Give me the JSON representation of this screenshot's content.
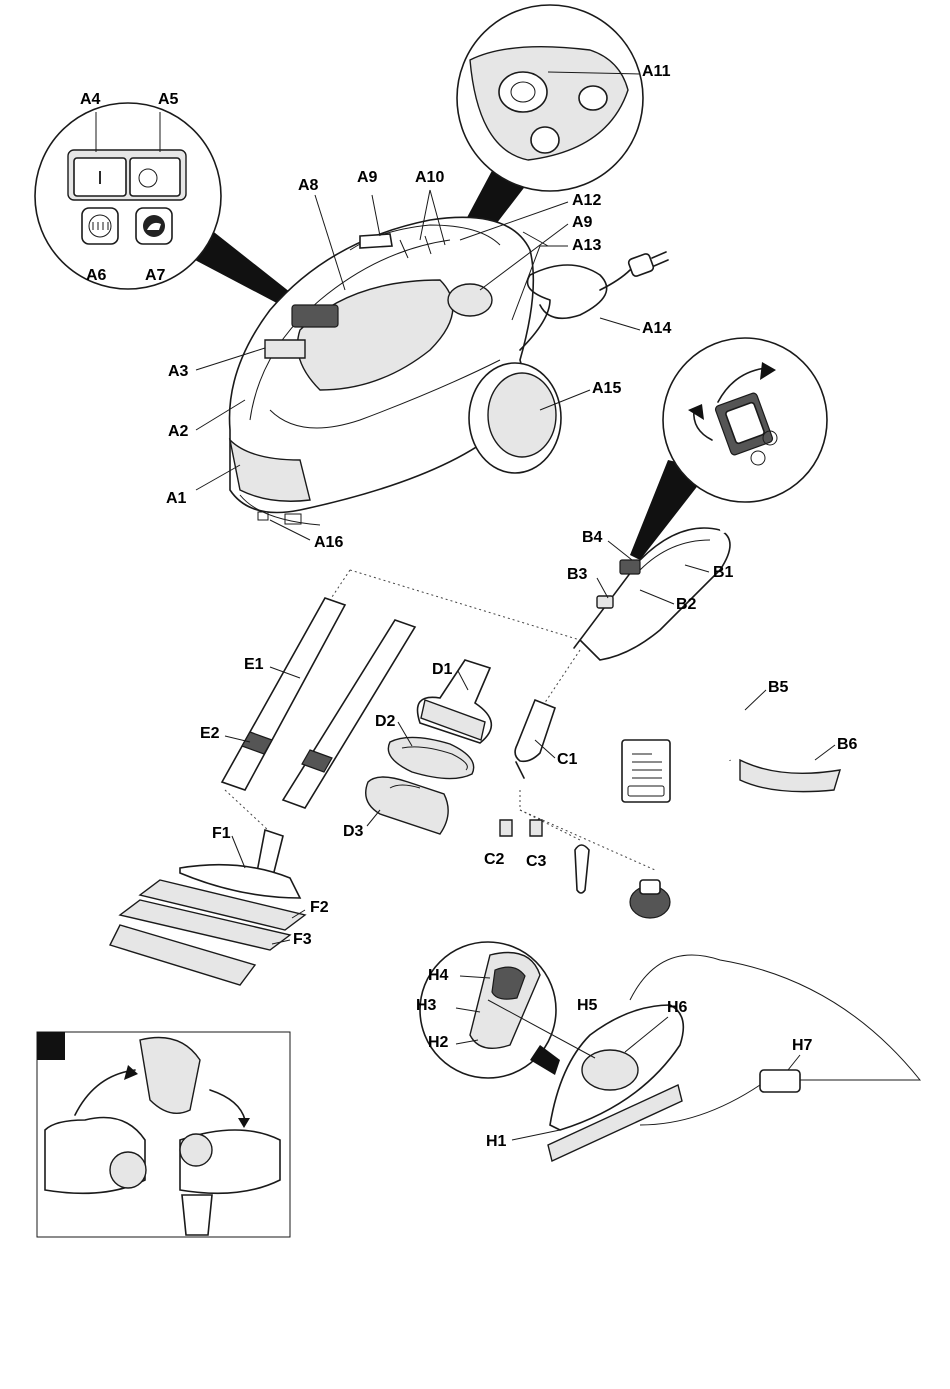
{
  "labels": {
    "A1": "A1",
    "A2": "A2",
    "A3": "A3",
    "A4": "A4",
    "A5": "A5",
    "A6": "A6",
    "A7": "A7",
    "A8": "A8",
    "A9a": "A9",
    "A9b": "A9",
    "A10": "A10",
    "A11": "A11",
    "A12": "A12",
    "A13": "A13",
    "A14": "A14",
    "A15": "A15",
    "A16": "A16",
    "B1": "B1",
    "B2": "B2",
    "B3": "B3",
    "B4": "B4",
    "B5": "B5",
    "B6": "B6",
    "C1": "C1",
    "C2": "C2",
    "C3": "C3",
    "D1": "D1",
    "D2": "D2",
    "D3": "D3",
    "E1": "E1",
    "E2": "E2",
    "F1": "F1",
    "F2": "F2",
    "F3": "F3",
    "H1": "H1",
    "H2": "H2",
    "H3": "H3",
    "H4": "H4",
    "H5": "H5",
    "H6": "H6",
    "H7": "H7"
  },
  "switch_glyphs": {
    "on": "I",
    "off": "O"
  },
  "icons": [
    "steam-heating-icon",
    "iron-icon",
    "plug-icon",
    "rotate-arrow-icon",
    "manual-booklet-icon",
    "corner-mark-icon"
  ]
}
